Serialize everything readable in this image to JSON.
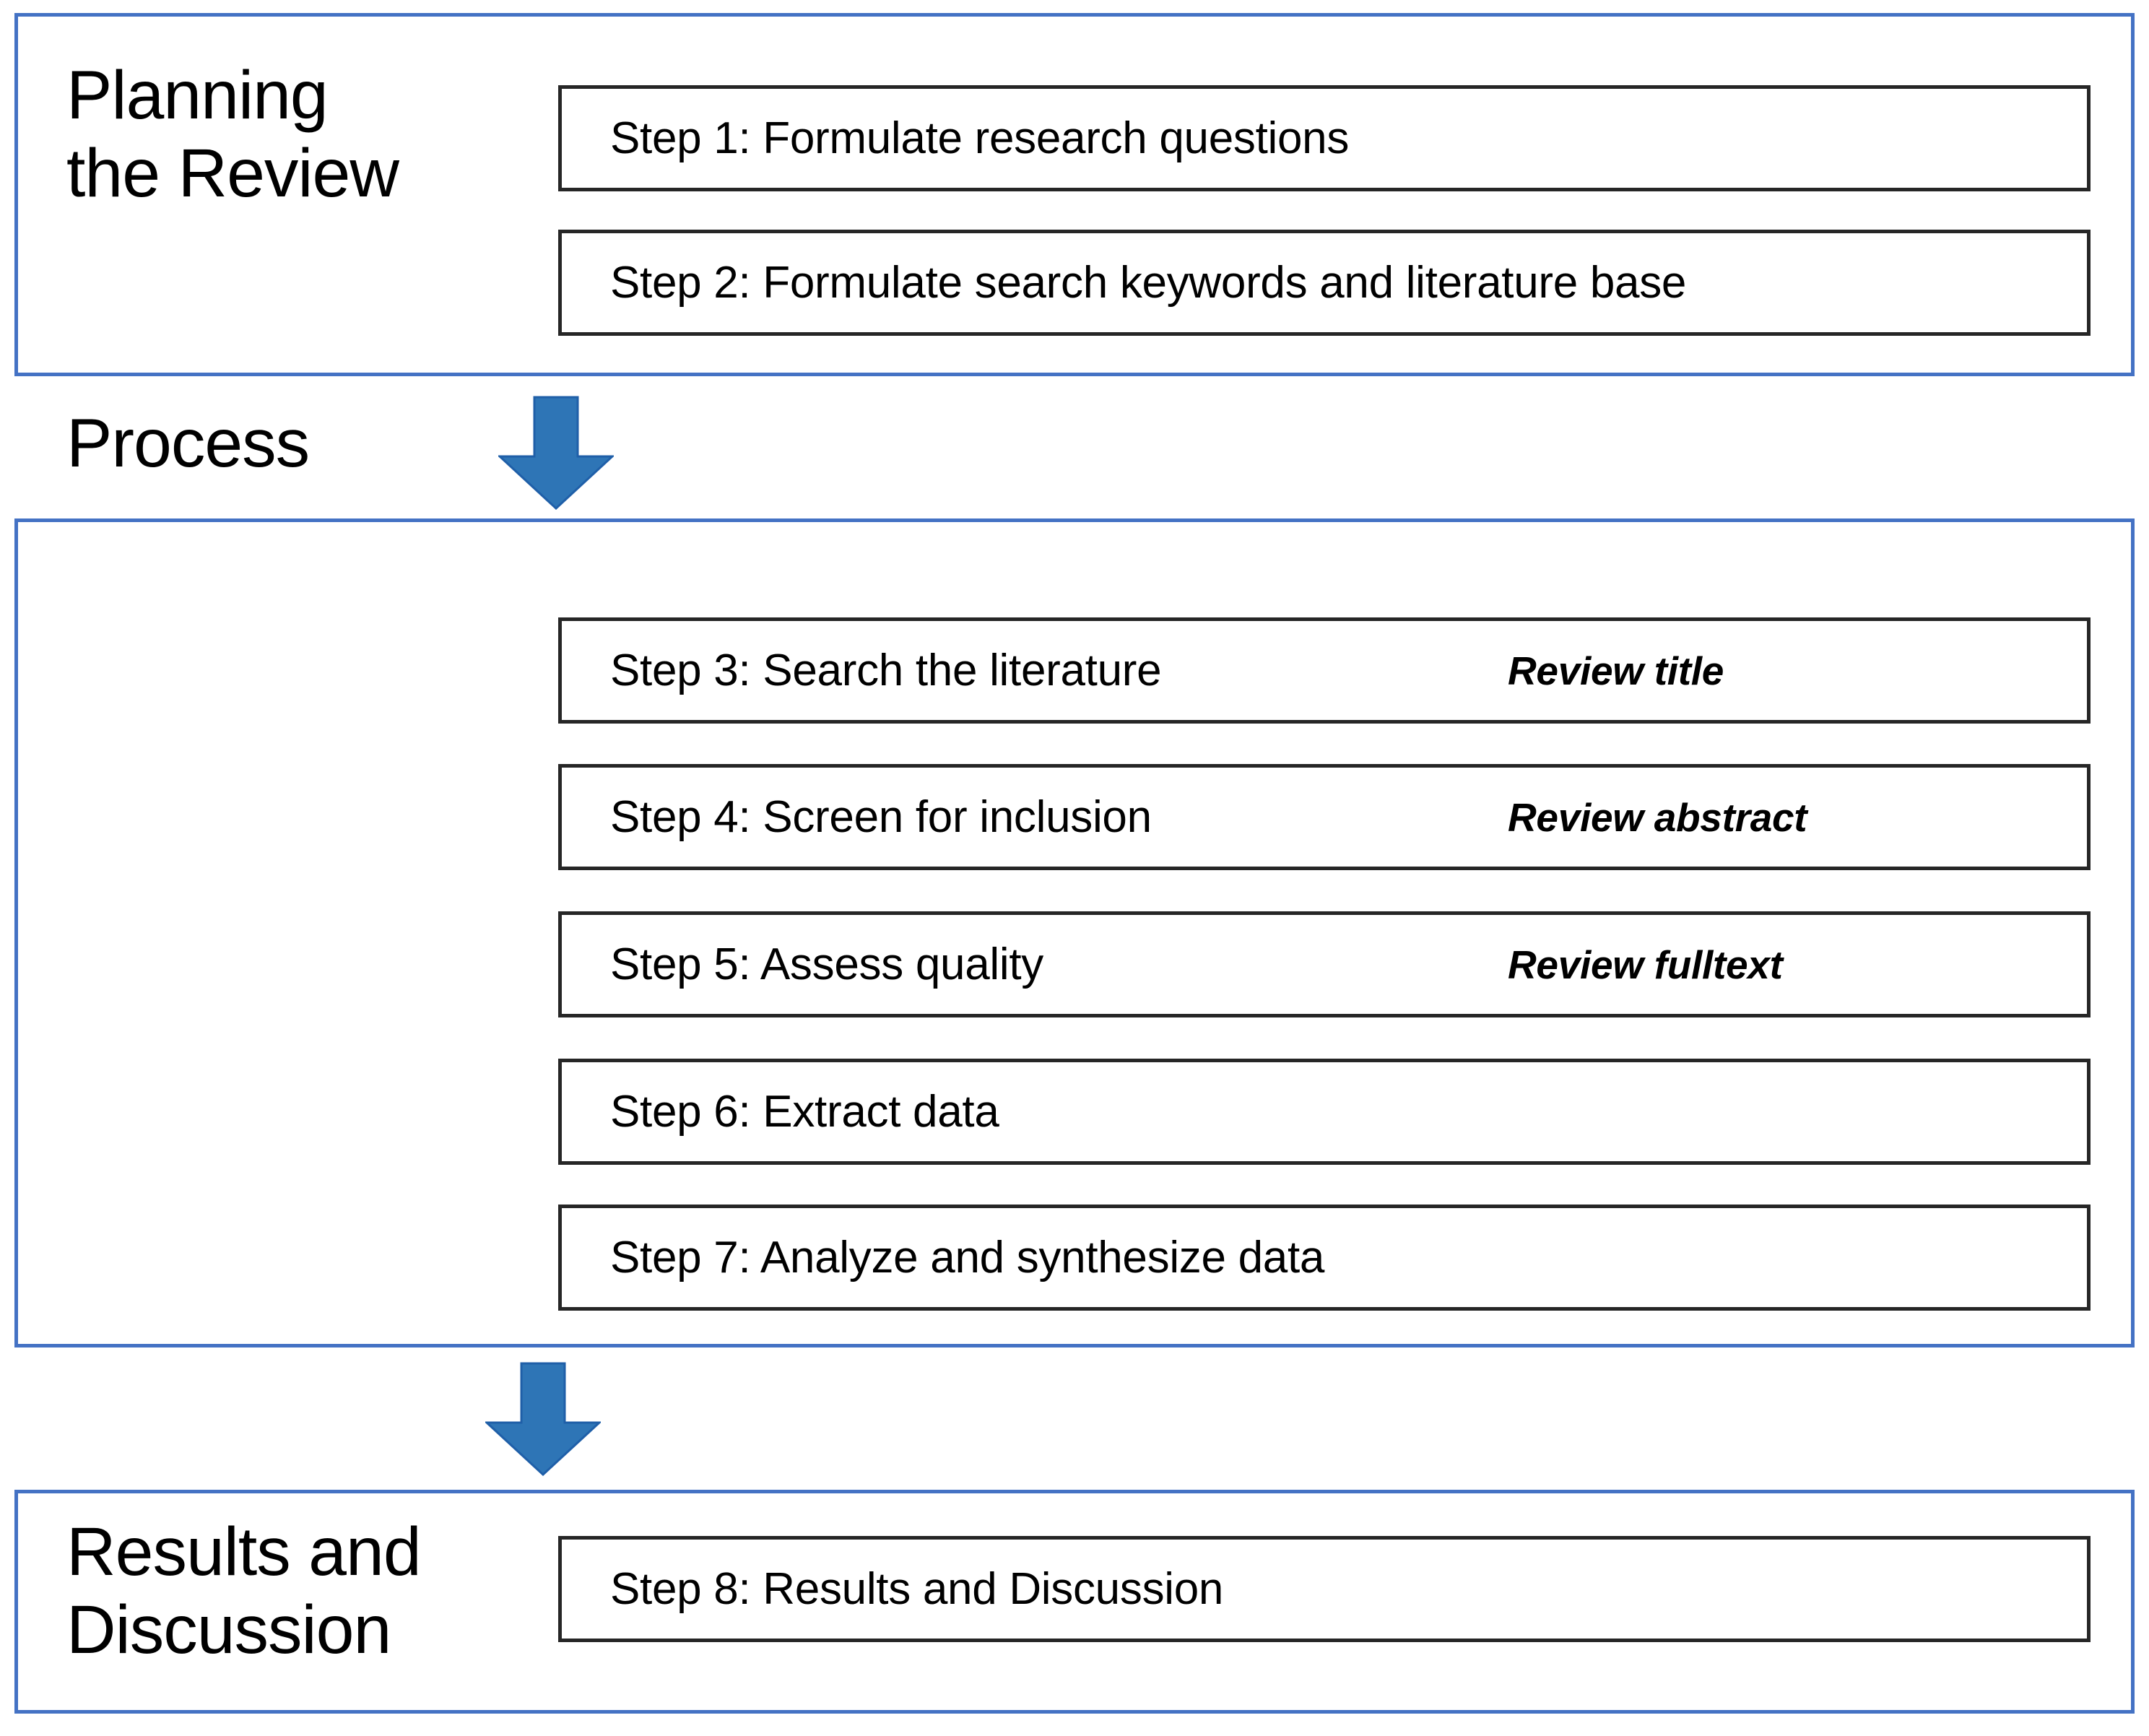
{
  "diagram": {
    "title": "Systematic literature review process flowchart",
    "accent_color": "#4472C4",
    "arrow_color": "#2E75B6",
    "box_border_color": "#262626",
    "phases": [
      {
        "id": "planning",
        "label": "Planning\nthe Review",
        "steps": [
          {
            "id": "step-1",
            "text": "Step 1: Formulate research questions",
            "note": ""
          },
          {
            "id": "step-2",
            "text": "Step 2: Formulate search keywords and literature base",
            "note": ""
          }
        ]
      },
      {
        "id": "process",
        "label": "Process",
        "steps": [
          {
            "id": "step-3",
            "text": "Step 3: Search the literature",
            "note": "Review title"
          },
          {
            "id": "step-4",
            "text": "Step 4: Screen for inclusion",
            "note": "Review abstract"
          },
          {
            "id": "step-5",
            "text": "Step 5: Assess quality",
            "note": "Review fulltext"
          },
          {
            "id": "step-6",
            "text": "Step 6: Extract data",
            "note": ""
          },
          {
            "id": "step-7",
            "text": "Step 7: Analyze and synthesize data",
            "note": ""
          }
        ]
      },
      {
        "id": "results",
        "label": "Results and\nDiscussion",
        "steps": [
          {
            "id": "step-8",
            "text": "Step 8: Results and Discussion",
            "note": ""
          }
        ]
      }
    ],
    "connectors": [
      {
        "id": "arrow-1",
        "icon": "down-arrow-icon",
        "from": "planning",
        "to": "process"
      },
      {
        "id": "arrow-2",
        "icon": "down-arrow-icon",
        "from": "process",
        "to": "results"
      }
    ]
  }
}
